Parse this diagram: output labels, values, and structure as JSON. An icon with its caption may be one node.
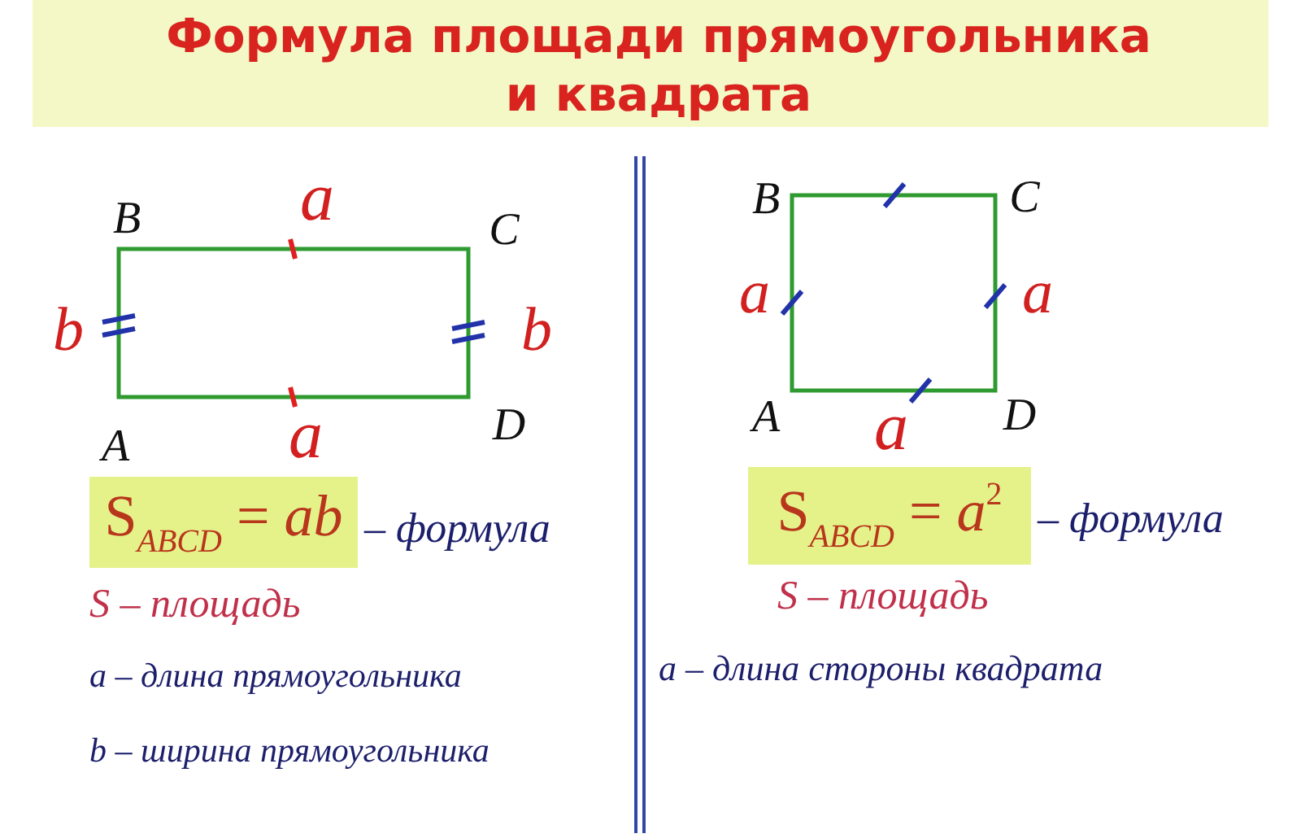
{
  "diagram": {
    "title": "Формула площади прямоугольника и квадрата",
    "nodes": [
      {
        "text": [
          "S$_{ABCD}$ = *ab*"
        ],
        "beside": [
          "– формула"
        ]
      },
      {
        "text": [
          "S$_{ABCD}$ = *a*$^{2}$"
        ],
        "beside": [
          "– формула"
        ]
      }
    ],
    "labels": [
      "B",
      "a",
      "C",
      "b",
      "b",
      "A",
      "a",
      "D",
      "S – площадь",
      "a – длина прямоугольника",
      "b – ширина прямоугольника",
      "B",
      "C",
      "a",
      "a",
      "A",
      "a",
      "D",
      "S – площадь",
      "a – длина стороны квадрата"
    ]
  }
}
